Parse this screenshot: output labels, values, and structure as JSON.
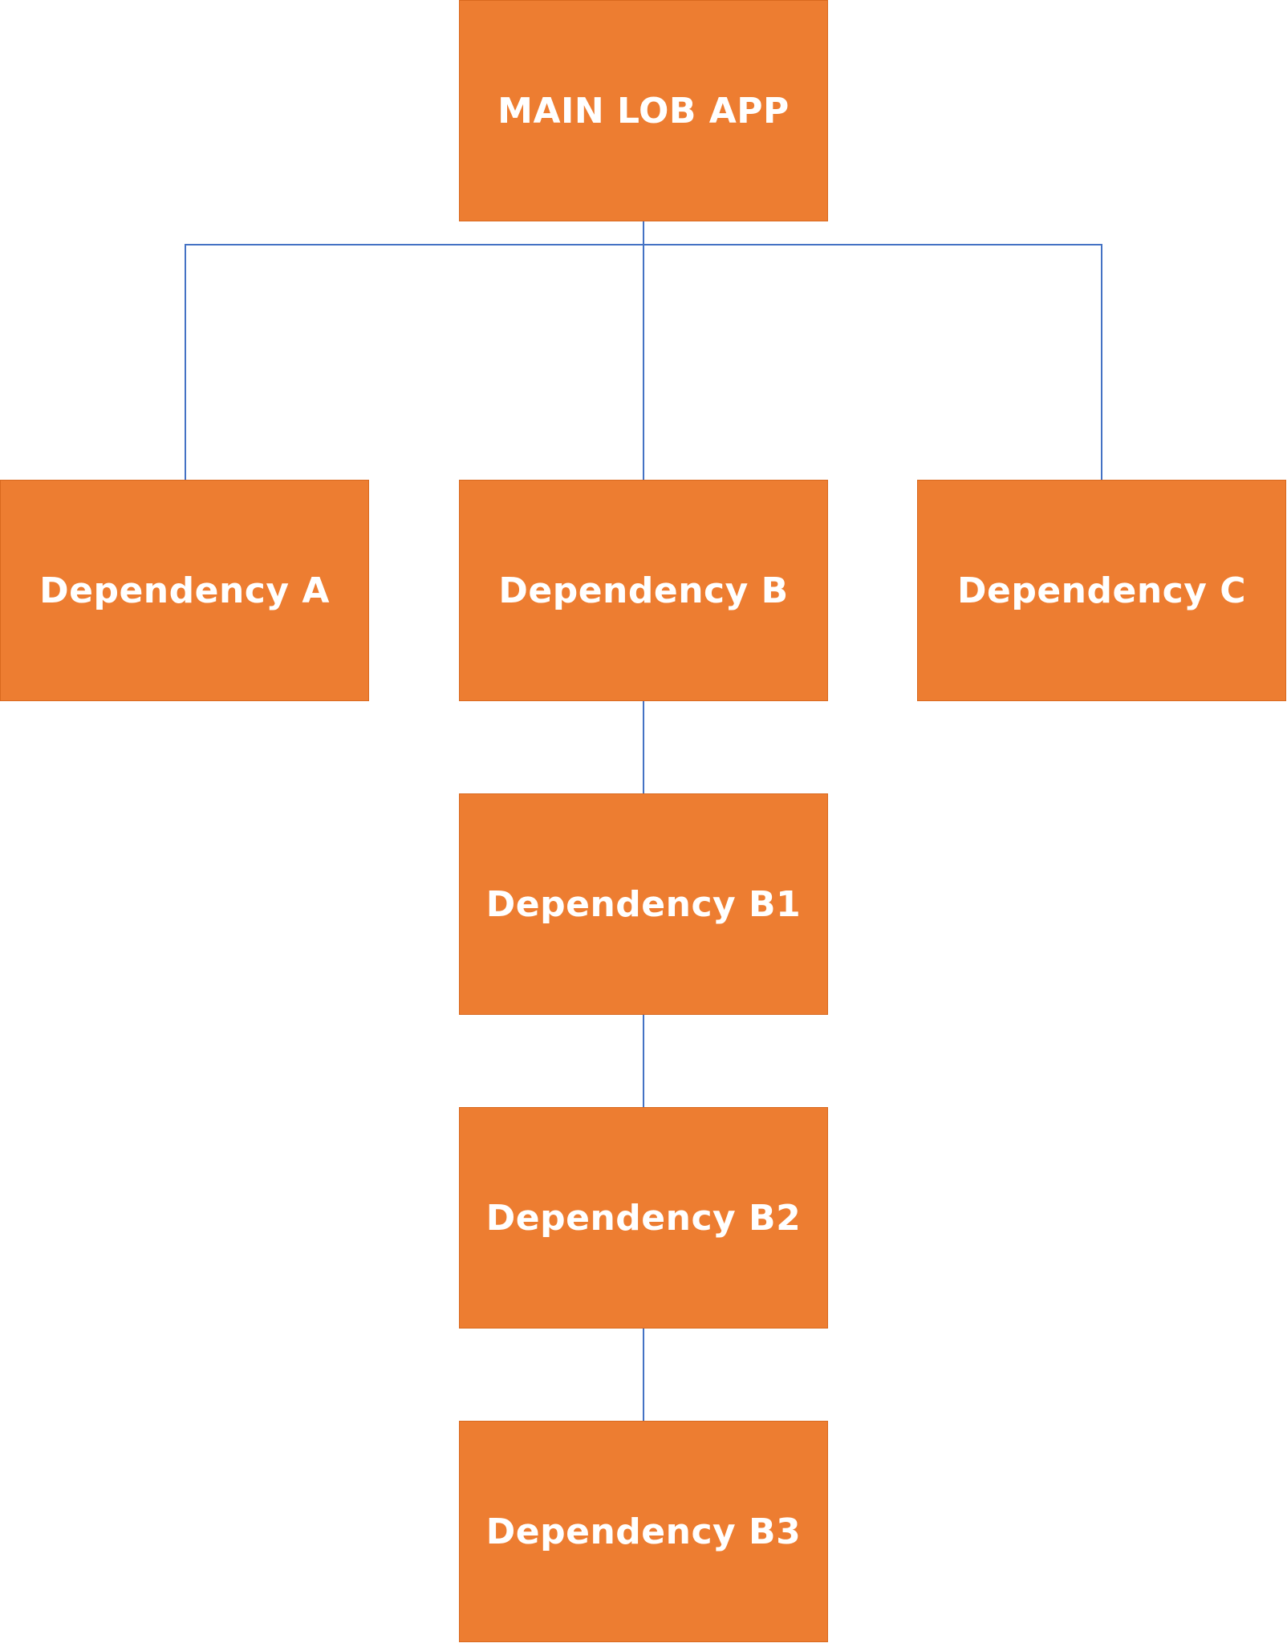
{
  "colors": {
    "node_fill": "#ed7d31",
    "node_text": "#ffffff",
    "connector": "#4472c4",
    "background": "#ffffff"
  },
  "nodes": {
    "main": {
      "label": "MAIN LOB APP"
    },
    "a": {
      "label": "Dependency A"
    },
    "b": {
      "label": "Dependency B"
    },
    "c": {
      "label": "Dependency C"
    },
    "b1": {
      "label": "Dependency B1"
    },
    "b2": {
      "label": "Dependency B2"
    },
    "b3": {
      "label": "Dependency B3"
    }
  },
  "edges": [
    {
      "from": "main",
      "to": "a"
    },
    {
      "from": "main",
      "to": "b"
    },
    {
      "from": "main",
      "to": "c"
    },
    {
      "from": "b",
      "to": "b1"
    },
    {
      "from": "b1",
      "to": "b2"
    },
    {
      "from": "b2",
      "to": "b3"
    }
  ]
}
